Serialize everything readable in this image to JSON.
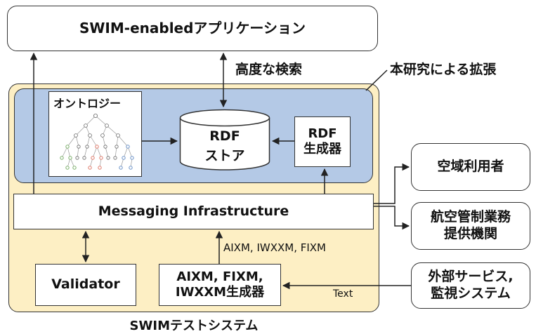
{
  "app_box": {
    "label": "SWIM-enabledアプリケーション"
  },
  "advanced_search": {
    "label": "高度な検索"
  },
  "extension": {
    "label": "本研究による拡張"
  },
  "ontology": {
    "label": "オントロジー"
  },
  "rdf_store": {
    "line1": "RDF",
    "line2": "ストア"
  },
  "rdf_generator": {
    "line1": "RDF",
    "line2": "生成器"
  },
  "messaging": {
    "label": "Messaging Infrastructure"
  },
  "airspace_users": {
    "label": "空域利用者"
  },
  "ansp": {
    "line1": "航空管制業務",
    "line2": "提供機関"
  },
  "formats_label": {
    "label": "AIXM, IWXXM, FIXM"
  },
  "validator": {
    "label": "Validator"
  },
  "generator": {
    "line1": "AIXM, FIXM,",
    "line2": "IWXXM生成器"
  },
  "text_label": {
    "label": "Text"
  },
  "external": {
    "line1": "外部サービス,",
    "line2": "監視システム"
  },
  "test_system": {
    "label": "SWIMテストシステム"
  },
  "colors": {
    "test_system_fill": "#fdefc4",
    "extension_fill": "#b4c9e6",
    "ontology_node_red": "#e07a6a",
    "ontology_node_blue": "#6a92c8",
    "ontology_node_green": "#7bb06a"
  }
}
